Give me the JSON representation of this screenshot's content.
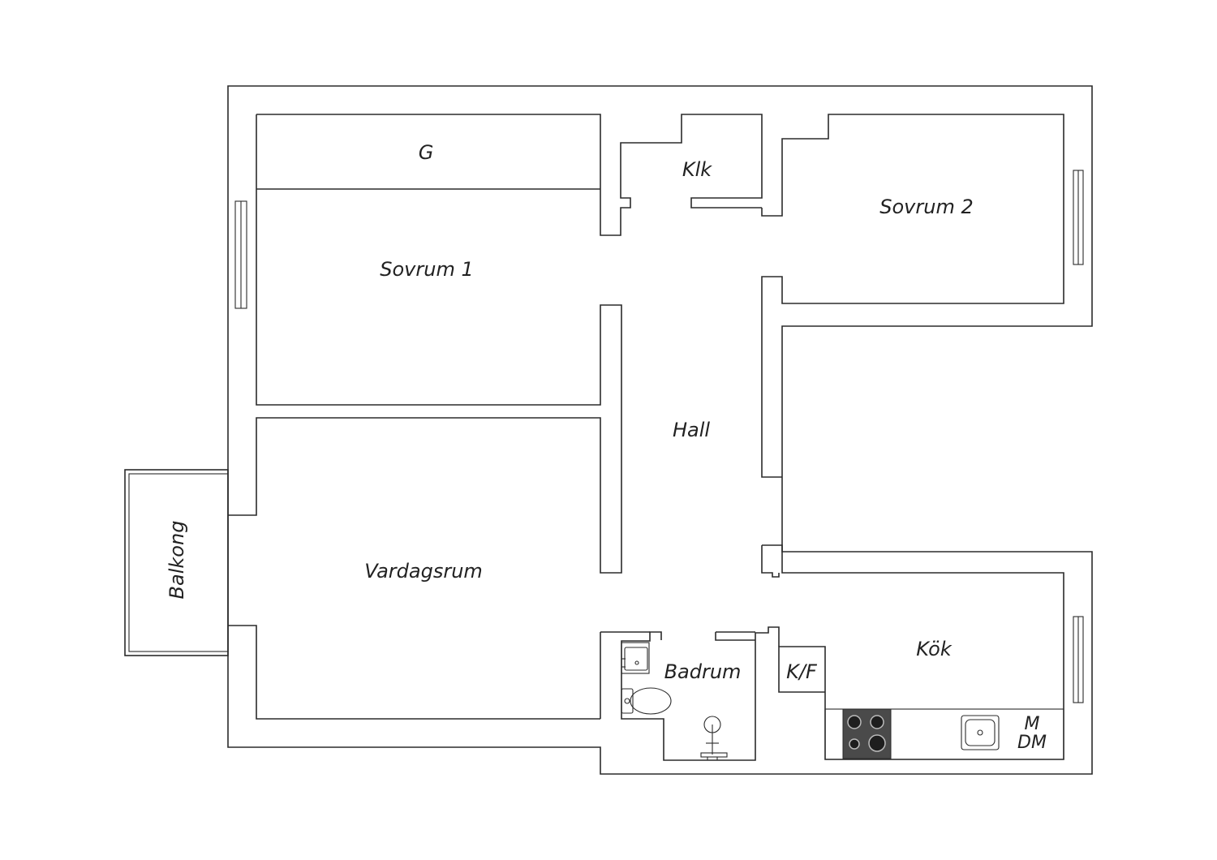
{
  "rooms": {
    "g": "G",
    "klk": "Klk",
    "sovrum1": "Sovrum 1",
    "sovrum2": "Sovrum 2",
    "hall": "Hall",
    "balkong": "Balkong",
    "vardagsrum": "Vardagsrum",
    "badrum": "Badrum",
    "kf": "K/F",
    "kok": "Kök",
    "m": "M",
    "dm": "DM"
  },
  "colors": {
    "wall": "#2b2b2b",
    "stove": "#4a4a4a",
    "burner": "#1e1e1e"
  }
}
